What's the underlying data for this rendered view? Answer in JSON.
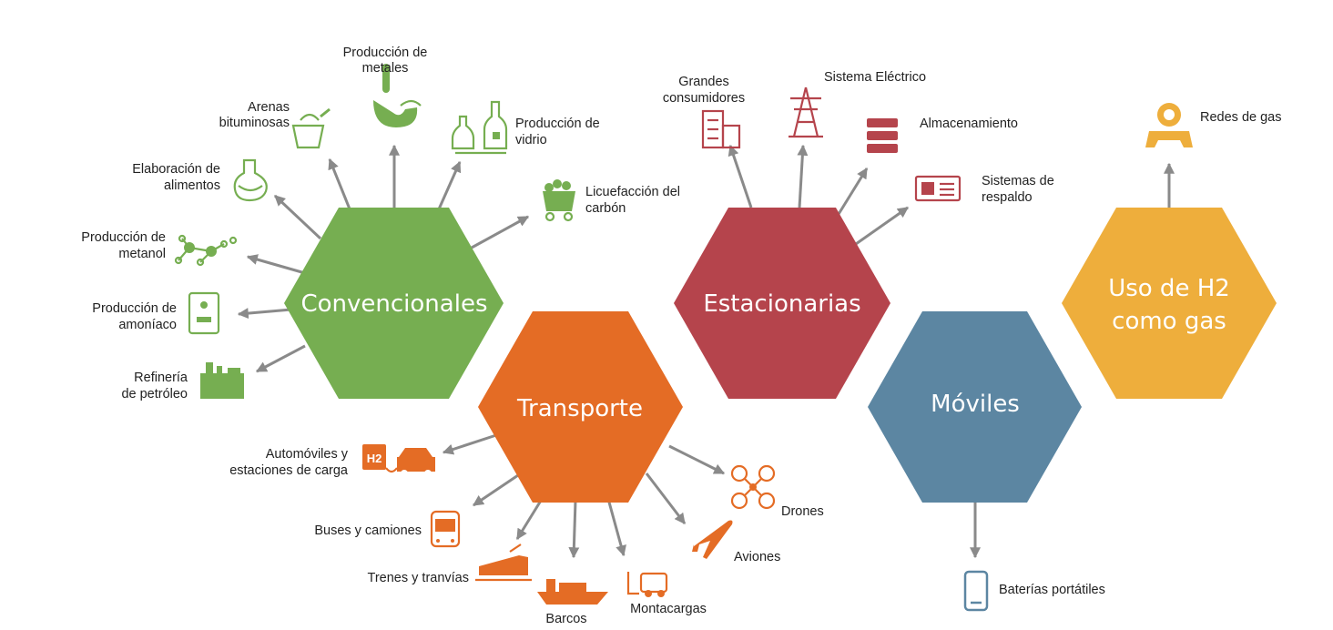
{
  "colors": {
    "convencionales": "#76ae51",
    "transporte": "#e46c25",
    "estacionarias": "#b5444c",
    "moviles": "#5c86a2",
    "gas": "#eeae3c",
    "arrow": "#8a8a8a"
  },
  "hexagons": {
    "convencionales": "Convencionales",
    "transporte": "Transporte",
    "estacionarias": "Estacionarias",
    "moviles": "Móviles",
    "gas_line1": "Uso de H2",
    "gas_line2": "como gas"
  },
  "convencionales": {
    "produccion_metales": [
      "Producción de",
      "metales"
    ],
    "arenas_bituminosas": [
      "Arenas",
      "bituminosas"
    ],
    "produccion_vidrio": [
      "Producción de",
      "vidrio"
    ],
    "elaboracion_alimentos": [
      "Elaboración de",
      "alimentos"
    ],
    "licuefaccion_carbon": [
      "Licuefacción del",
      "carbón"
    ],
    "produccion_metanol": [
      "Producción de",
      "metanol"
    ],
    "produccion_amoniaco": [
      "Producción de",
      "amoníaco"
    ],
    "refineria_petroleo": [
      "Refinería",
      "de petróleo"
    ]
  },
  "transporte": {
    "automoviles": [
      "Automóviles y",
      "estaciones de carga"
    ],
    "buses": "Buses y camiones",
    "trenes": "Trenes y tranvías",
    "barcos": "Barcos",
    "montacargas": "Montacargas",
    "aviones": "Aviones",
    "drones": "Drones"
  },
  "estacionarias": {
    "grandes_consumidores": [
      "Grandes",
      "consumidores"
    ],
    "sistema_electrico": "Sistema Eléctrico",
    "almacenamiento": "Almacenamiento",
    "sistemas_respaldo": [
      "Sistemas de",
      "respaldo"
    ]
  },
  "moviles": {
    "baterias": "Baterías portátiles"
  },
  "gas": {
    "redes": "Redes de gas"
  }
}
